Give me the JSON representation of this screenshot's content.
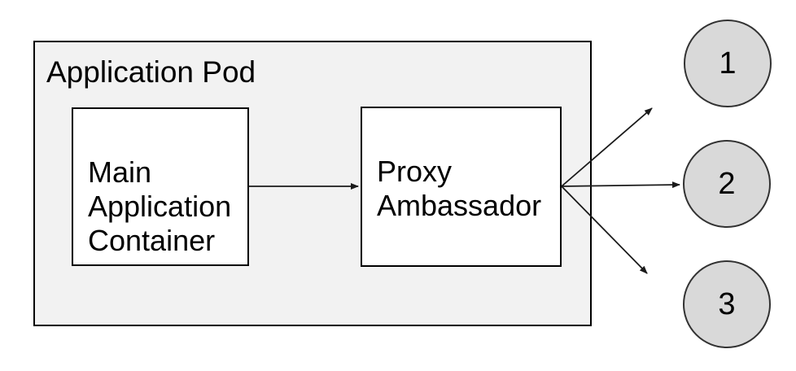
{
  "diagram": {
    "type": "architecture-diagram",
    "pod": {
      "title": "Application Pod"
    },
    "nodes": [
      {
        "id": "main-application-container",
        "label": "Main\nApplication\nContainer"
      },
      {
        "id": "proxy-ambassador",
        "label": "Proxy\nAmbassador"
      }
    ],
    "endpoints": [
      {
        "label": "1"
      },
      {
        "label": "2"
      },
      {
        "label": "3"
      }
    ],
    "connections": [
      {
        "from": "main-application-container",
        "to": "proxy-ambassador"
      },
      {
        "from": "proxy-ambassador",
        "to": "endpoint-1"
      },
      {
        "from": "proxy-ambassador",
        "to": "endpoint-2"
      },
      {
        "from": "proxy-ambassador",
        "to": "endpoint-3"
      }
    ],
    "colors": {
      "pod_fill": "#f2f2f2",
      "pod_border": "#000000",
      "node_fill": "#ffffff",
      "node_border": "#000000",
      "endpoint_fill": "#d9d9d9",
      "endpoint_border": "#323232",
      "arrow_color": "#1a1a1a",
      "text_color": "#000000"
    }
  }
}
